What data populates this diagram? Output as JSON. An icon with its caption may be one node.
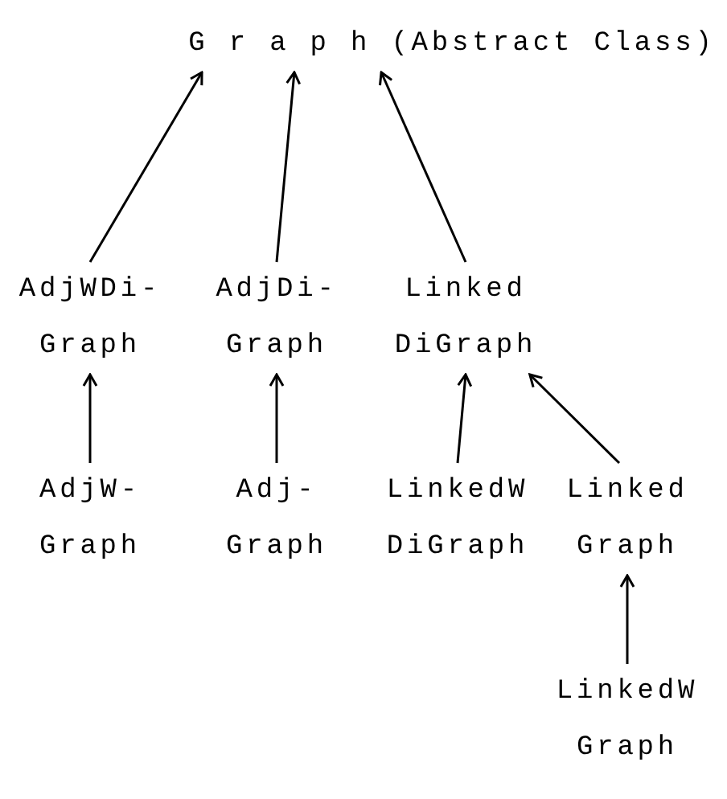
{
  "diagram": {
    "nodes": [
      {
        "text": [
          "G r a p h (Abstract Class)"
        ]
      },
      {
        "text": [
          "AdjWDi- Graph"
        ]
      },
      {
        "text": [
          "AdjDi- Graph"
        ]
      },
      {
        "text": [
          "Linked DiGraph"
        ]
      },
      {
        "text": [
          "AdjW- Graph"
        ]
      },
      {
        "text": [
          "Adj- Graph"
        ]
      },
      {
        "text": [
          "LinkedW DiGraph"
        ]
      },
      {
        "text": [
          "Linked Graph"
        ]
      },
      {
        "text": [
          "LinkedW Graph"
        ]
      }
    ],
    "edges": [
      {
        "from": 1,
        "to": 0,
        "arrow": "to"
      },
      {
        "from": 2,
        "to": 0,
        "arrow": "to"
      },
      {
        "from": 3,
        "to": 0,
        "arrow": "to"
      },
      {
        "from": 4,
        "to": 1,
        "arrow": "to"
      },
      {
        "from": 5,
        "to": 2,
        "arrow": "to"
      },
      {
        "from": 6,
        "to": 3,
        "arrow": "to"
      },
      {
        "from": 7,
        "to": 3,
        "arrow": "to"
      },
      {
        "from": 8,
        "to": 7,
        "arrow": "to"
      }
    ]
  }
}
